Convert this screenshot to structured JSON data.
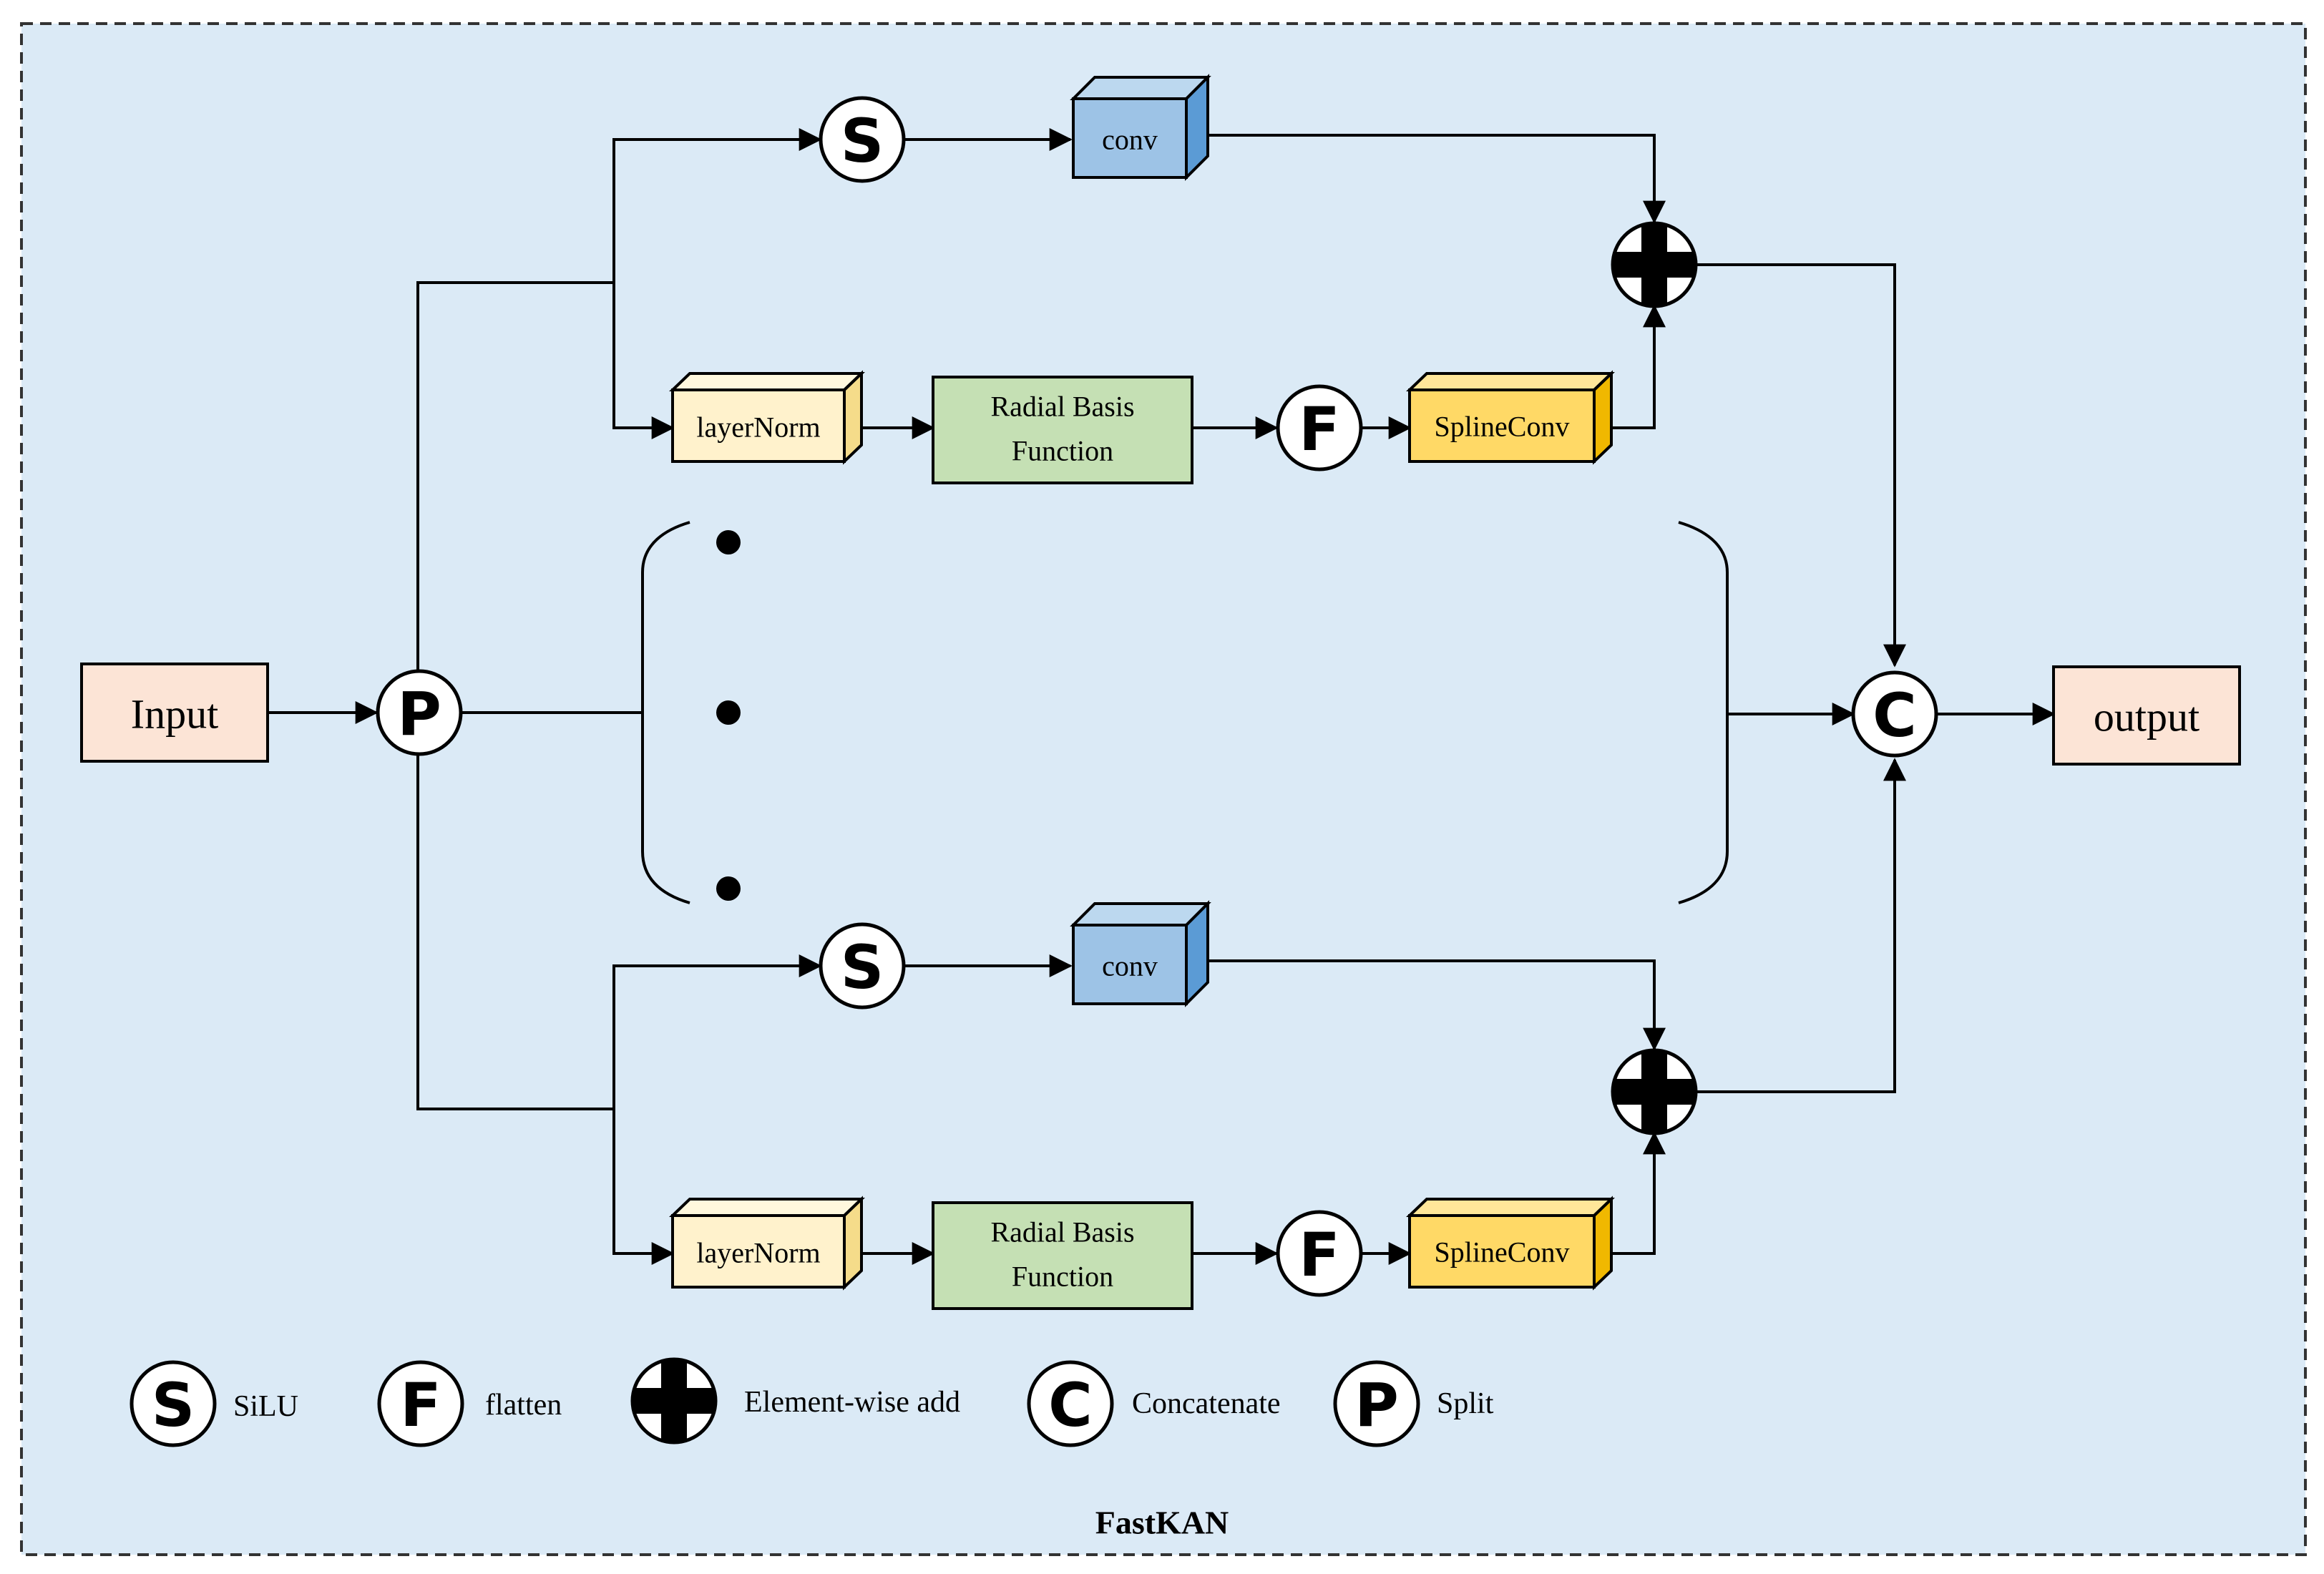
{
  "title": "FastKAN",
  "nodes": {
    "input": "Input",
    "output": "output",
    "split": "P",
    "concat": "C",
    "silu": "S",
    "flatten": "F",
    "conv": "conv",
    "layernorm": "layerNorm",
    "rbf_line1": "Radial Basis",
    "rbf_line2": "Function",
    "splineconv": "SplineConv"
  },
  "legend": [
    {
      "symbol": "S",
      "label": "SiLU"
    },
    {
      "symbol": "F",
      "label": "flatten"
    },
    {
      "symbol": "+",
      "label": "Element-wise add"
    },
    {
      "symbol": "C",
      "label": "Concatenate"
    },
    {
      "symbol": "P",
      "label": "Split"
    }
  ],
  "colors": {
    "background": "#dbeaf6",
    "input_output": "#fce4d6",
    "conv": "#9dc3e6",
    "layernorm": "#fff2cc",
    "rbf": "#c5e0b4",
    "splineconv": "#ffd966"
  }
}
